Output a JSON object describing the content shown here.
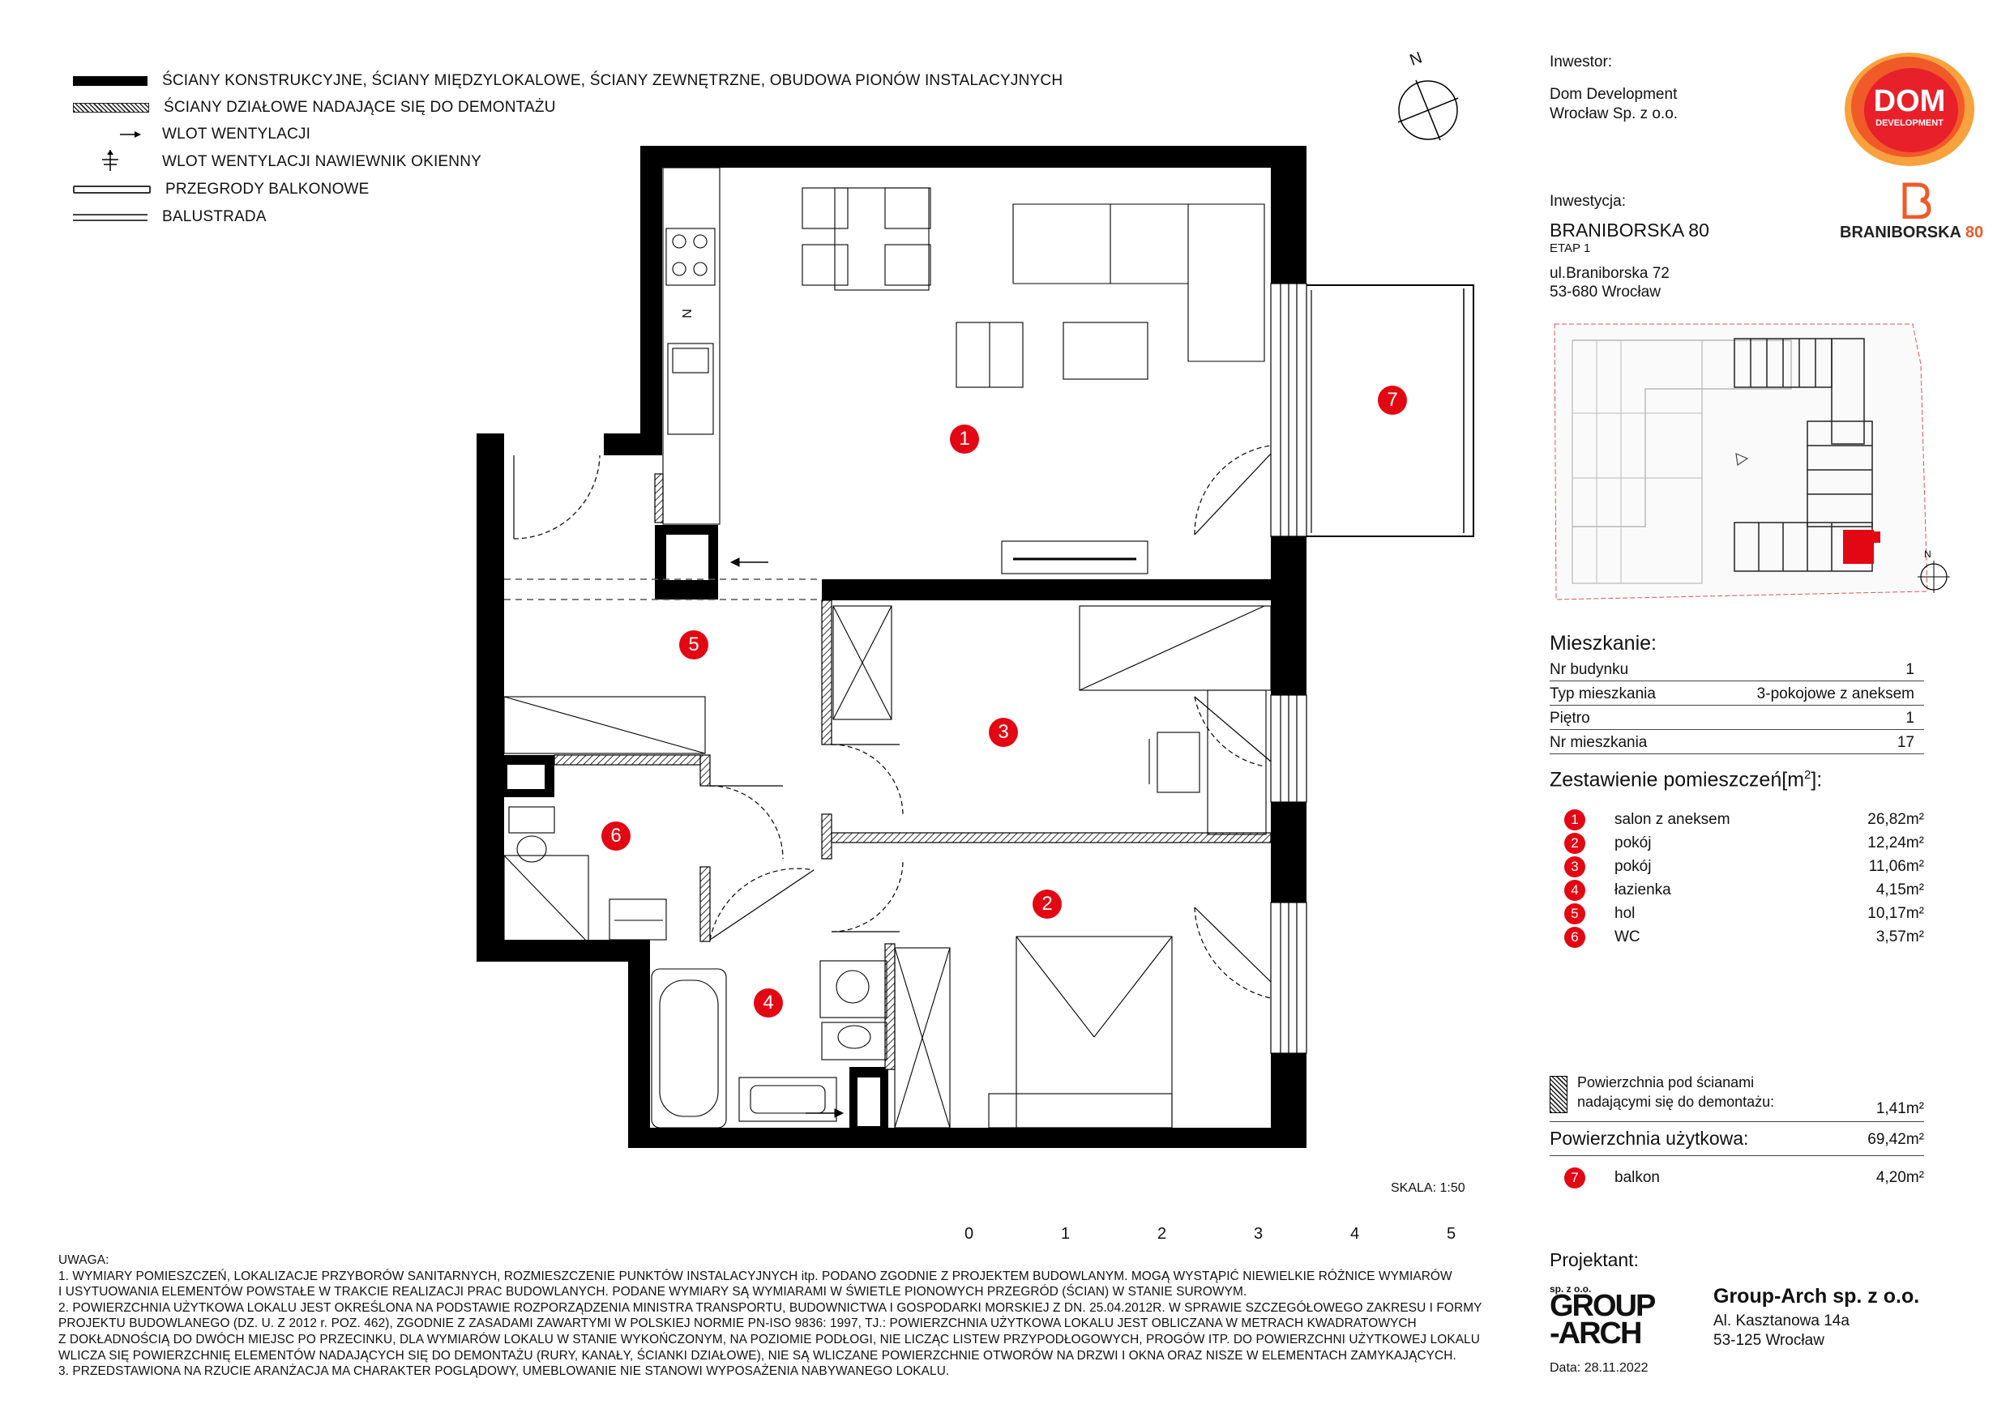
{
  "legend": [
    {
      "symbol": "wall",
      "label": "ŚCIANY KONSTRUKCYJNE, ŚCIANY MIĘDZYLOKALOWE, ŚCIANY ZEWNĘTRZNE, OBUDOWA PIONÓW INSTALACYJNYCH"
    },
    {
      "symbol": "partition",
      "label": "ŚCIANY DZIAŁOWE NADAJĄCE SIĘ DO DEMONTAŻU"
    },
    {
      "symbol": "vent",
      "label": "WLOT WENTYLACJI"
    },
    {
      "symbol": "window-vent",
      "label": "WLOT WENTYLACJI NAWIEWNIK OKIENNY"
    },
    {
      "symbol": "balcony",
      "label": "PRZEGRODY BALKONOWE"
    },
    {
      "symbol": "rail",
      "label": "BALUSTRADA"
    }
  ],
  "compass_label": "N",
  "plan": {
    "room_markers": [
      "1",
      "2",
      "3",
      "4",
      "5",
      "6",
      "7"
    ],
    "fridge_label": "N"
  },
  "scale": {
    "label": "SKALA: 1:50",
    "ticks": [
      "0",
      "1",
      "2",
      "3",
      "4",
      "5"
    ]
  },
  "investor": {
    "heading": "Inwestor:",
    "name_line1": "Dom Development",
    "name_line2": "Wrocław Sp. z o.o.",
    "logo_line1": "DOM",
    "logo_line2": "DEVELOPMENT"
  },
  "investment": {
    "heading": "Inwestycja:",
    "name": "BRANIBORSKA 80",
    "stage": "ETAP 1",
    "address1": "ul.Braniborska 72",
    "address2": "53-680 Wrocław",
    "logo_text": "BRANIBORSKA",
    "logo_num": "80"
  },
  "apartment": {
    "heading": "Mieszkanie:",
    "rows": [
      {
        "label": "Nr budynku",
        "value": "1"
      },
      {
        "label": "Typ mieszkania",
        "value": "3-pokojowe z aneksem"
      },
      {
        "label": "Piętro",
        "value": "1"
      },
      {
        "label": "Nr mieszkania",
        "value": "17"
      }
    ]
  },
  "rooms_heading": "Zestawienie pomieszczeń[m",
  "rooms_heading_sup": "2",
  "rooms_heading_end": "]:",
  "rooms": [
    {
      "num": "1",
      "name": "salon z aneksem",
      "area": "26,82m²"
    },
    {
      "num": "2",
      "name": "pokój",
      "area": "12,24m²"
    },
    {
      "num": "3",
      "name": "pokój",
      "area": "11,06m²"
    },
    {
      "num": "4",
      "name": "łazienka",
      "area": "4,15m²"
    },
    {
      "num": "5",
      "name": "hol",
      "area": "10,17m²"
    },
    {
      "num": "6",
      "name": "WC",
      "area": "3,57m²"
    }
  ],
  "demount": {
    "line1": "Powierzchnia pod ścianami",
    "line2": "nadającymi się do demontażu:",
    "value": "1,41m²"
  },
  "usable": {
    "label": "Powierzchnia użytkowa:",
    "value": "69,42m²"
  },
  "balcony": {
    "num": "7",
    "name": "balkon",
    "area": "4,20m²"
  },
  "designer": {
    "heading": "Projektant:",
    "logo_small": "sp. z o.o.",
    "logo_line1": "GROUP",
    "logo_line2": "-ARCH",
    "company": "Group-Arch sp. z o.o.",
    "address1": "Al. Kasztanowa 14a",
    "address2": "53-125 Wrocław",
    "date": "Data: 28.11.2022"
  },
  "notes": [
    "UWAGA:",
    "1.   WYMIARY POMIESZCZEŃ, LOKALIZACJE PRZYBORÓW SANITARNYCH, ROZMIESZCZENIE PUNKTÓW INSTALACYJNYCH itp. PODANO ZGODNIE Z PROJEKTEM BUDOWLANYM. MOGĄ WYSTĄPIĆ NIEWIELKIE RÓŻNICE WYMIARÓW",
    "I USYTUOWANIA ELEMENTÓW POWSTAŁE W TRAKCIE REALIZACJI PRAC BUDOWLANYCH. PODANE WYMIARY SĄ WYMIARAMI W ŚWIETLE PIONOWYCH PRZEGRÓD (ŚCIAN) W STANIE SUROWYM.",
    "2.   POWIERZCHNIA UŻYTKOWA LOKALU JEST OKREŚLONA NA PODSTAWIE ROZPORZĄDZENIA MINISTRA TRANSPORTU, BUDOWNICTWA I GOSPODARKI MORSKIEJ Z DN. 25.04.2012R. W SPRAWIE SZCZEGÓŁOWEGO ZAKRESU I FORMY",
    "PROJEKTU BUDOWLANEGO (DZ. U. Z 2012 r. POZ. 462), ZGODNIE Z ZASADAMI ZAWARTYMI W POLSKIEJ NORMIE PN-ISO 9836: 1997, TJ.: POWIERZCHNIA UŻYTKOWA LOKALU JEST OBLICZANA W METRACH KWADRATOWYCH",
    "Z DOKŁADNOŚCIĄ DO DWÓCH MIEJSC PO PRZECINKU, DLA WYMIARÓW LOKALU W STANIE WYKOŃCZONYM, NA POZIOMIE PODŁOGI, NIE LICZĄC LISTEW PRZYPODŁOGOWYCH, PROGÓW ITP. DO POWIERZCHNI UŻYTKOWEJ LOKALU",
    "WLICZA SIĘ POWIERZCHNIĘ ELEMENTÓW NADAJĄCYCH SIĘ DO DEMONTAŻU (RURY, KANAŁY, ŚCIANKI DZIAŁOWE), NIE SĄ WLICZANE POWIERZCHNIE OTWORÓW NA DRZWI I OKNA ORAZ NISZE W ELEMENTACH ZAMYKAJĄCYCH.",
    "3.  PRZEDSTAWIONA NA RZUCIE ARANŻACJA MA CHARAKTER POGLĄDOWY, UMEBLOWANIE NIE STANOWI WYPOSAŻENIA NABYWANEGO LOKALU."
  ]
}
